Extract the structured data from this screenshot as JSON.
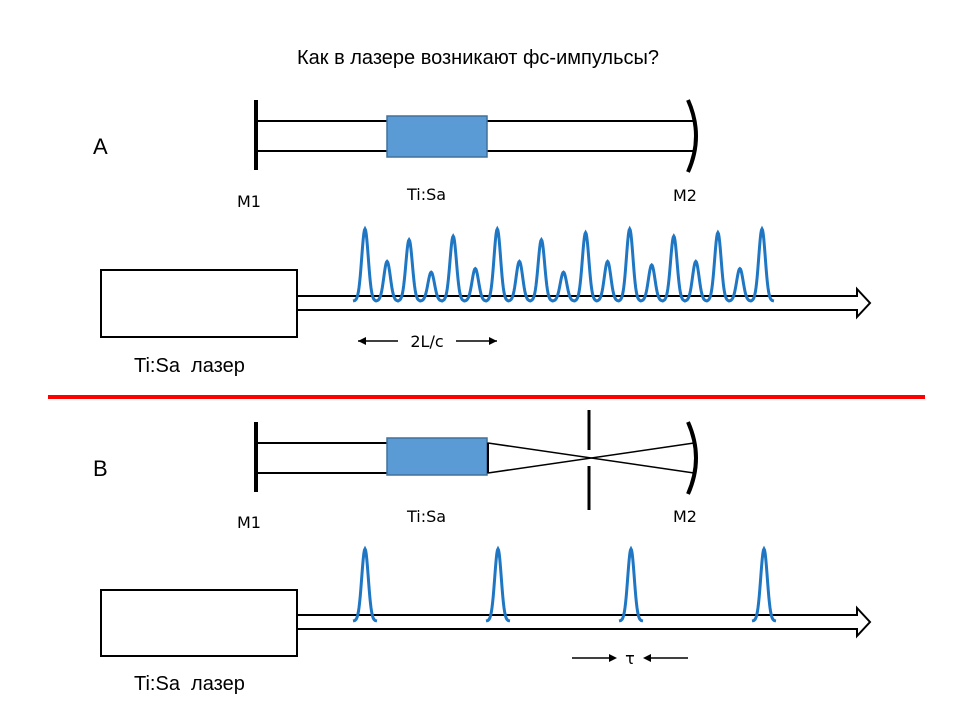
{
  "title": "Как в лазере возникают фс-импульсы?",
  "colors": {
    "crystal_fill": "#5b9bd5",
    "crystal_stroke": "#41719c",
    "pulse": "#1f77c4",
    "divider": "#ff0000",
    "line": "#000000"
  },
  "panel_a": {
    "label": "A",
    "mirror1_label": "M1",
    "crystal_label": "Ti:Sa",
    "mirror2_label": "M2",
    "laser_label": "Ti:Sa  лазер",
    "period_label": "2L/c",
    "pulse_amplitudes": [
      1.0,
      0.55,
      0.85,
      0.4,
      0.9,
      0.45,
      1.0,
      0.55,
      0.85,
      0.4,
      0.95,
      0.55,
      1.0,
      0.5,
      0.9,
      0.55,
      0.95,
      0.45,
      1.0
    ]
  },
  "panel_b": {
    "label": "B",
    "mirror1_label": "M1",
    "crystal_label": "Ti:Sa",
    "mirror2_label": "M2",
    "laser_label": "Ti:Sa  лазер",
    "period_label": "τ",
    "pulse_count": 4
  }
}
